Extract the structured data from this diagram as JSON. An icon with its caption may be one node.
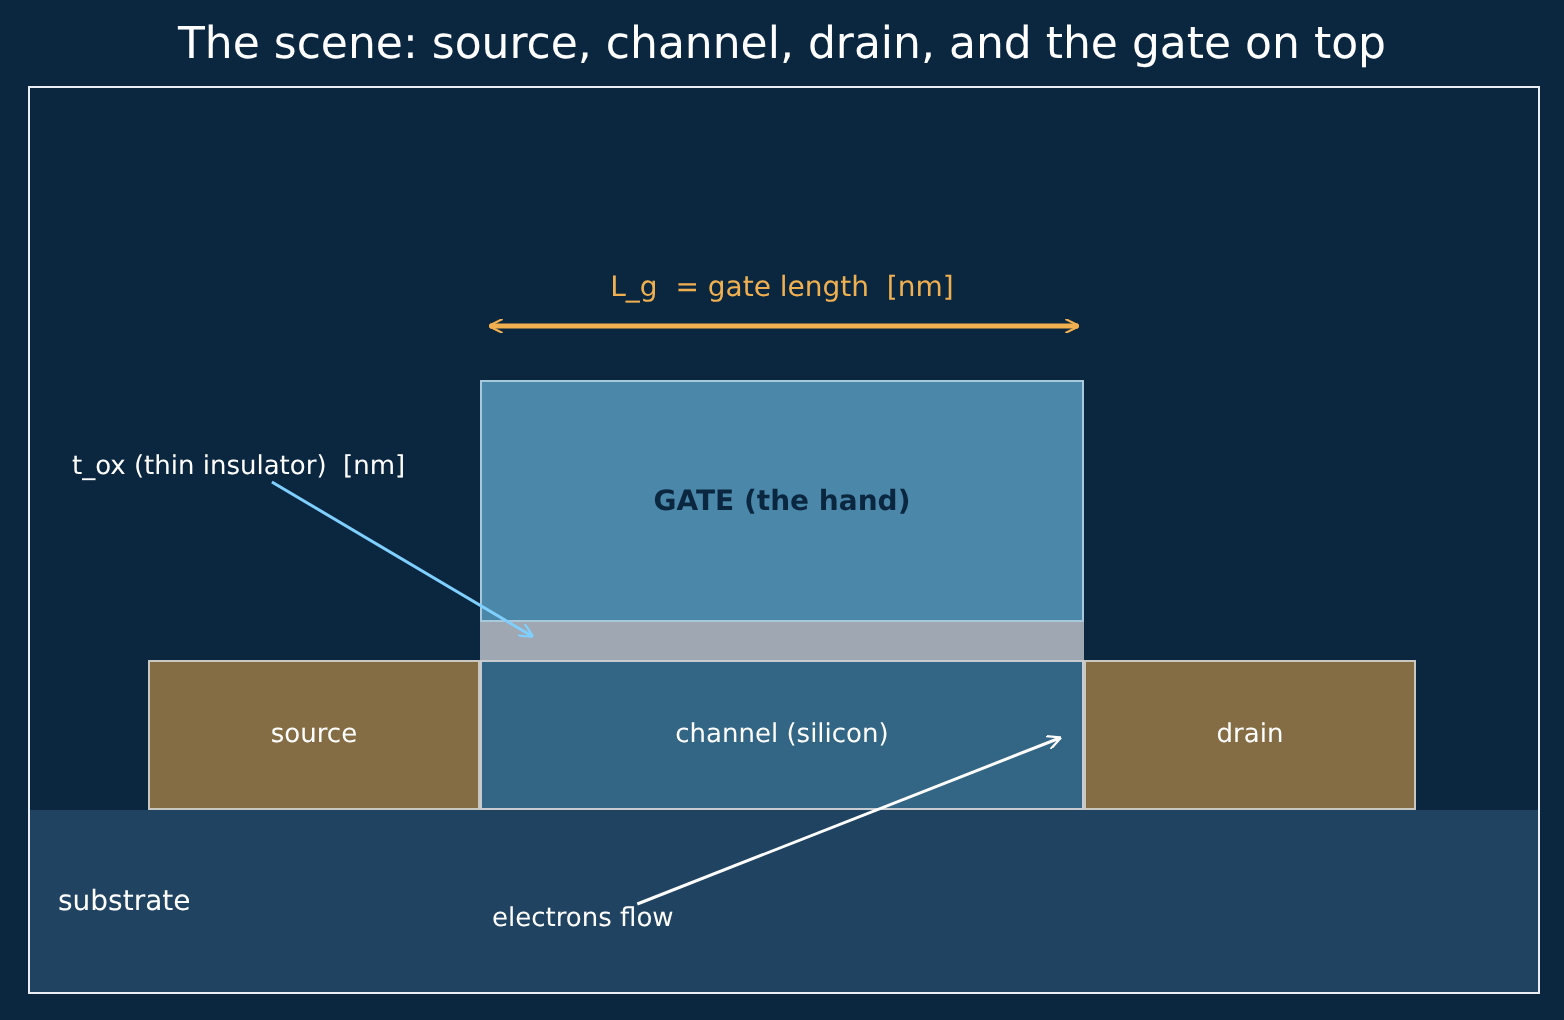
{
  "diagram": {
    "title": "The scene: source, channel, drain, and the gate on top",
    "nodes": [
      {
        "text": [
          "substrate"
        ]
      },
      {
        "text": [
          "source"
        ]
      },
      {
        "text": [
          "channel (silicon)"
        ]
      },
      {
        "text": [
          "drain"
        ]
      },
      {
        "text": [],
        "shape": "bar"
      },
      {
        "text": [
          "GATE (the hand)"
        ]
      },
      {
        "text": [
          "t_ox (thin insulator)  [nm]"
        ]
      },
      {
        "text": [
          "electrons flow"
        ],
        "in": 0
      }
    ],
    "edges": [
      {
        "from": 6,
        "to": 4,
        "arrow": "to",
        "color": "#7fcfff"
      },
      {
        "from": 7,
        "to": 2,
        "arrow": "to",
        "color": "#ffffff"
      }
    ],
    "labels": [
      "L_g  = gate length  [nm]"
    ]
  }
}
